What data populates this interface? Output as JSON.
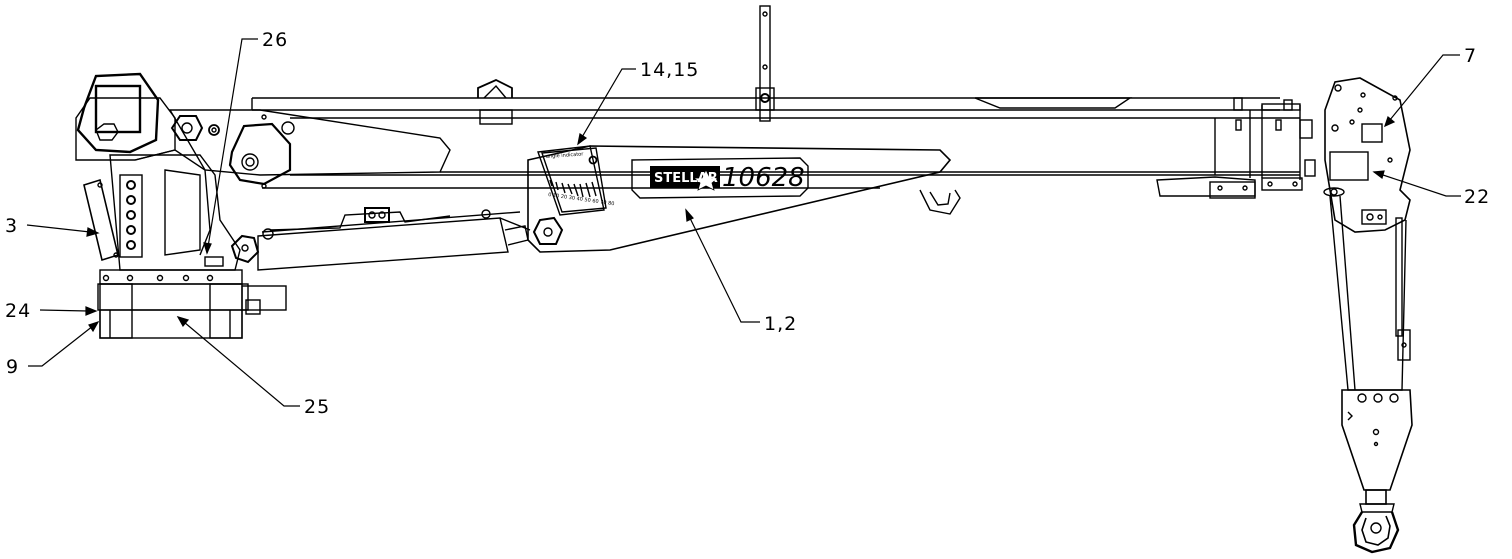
{
  "callouts": [
    {
      "id": "c26",
      "label": "26"
    },
    {
      "id": "c1415",
      "label": "14,15"
    },
    {
      "id": "c7",
      "label": "7"
    },
    {
      "id": "c3",
      "label": "3"
    },
    {
      "id": "c22",
      "label": "22"
    },
    {
      "id": "c24",
      "label": "24"
    },
    {
      "id": "c9",
      "label": "9"
    },
    {
      "id": "c12",
      "label": "1,2"
    },
    {
      "id": "c25",
      "label": "25"
    }
  ],
  "decal": {
    "brand": "STELLAR",
    "model": "10628"
  },
  "angle_indicator": {
    "title": "angle indicator",
    "scale": "0 10 20 30 40 50 60 70 80"
  },
  "colors": {
    "line": "#000000",
    "background": "#ffffff"
  }
}
